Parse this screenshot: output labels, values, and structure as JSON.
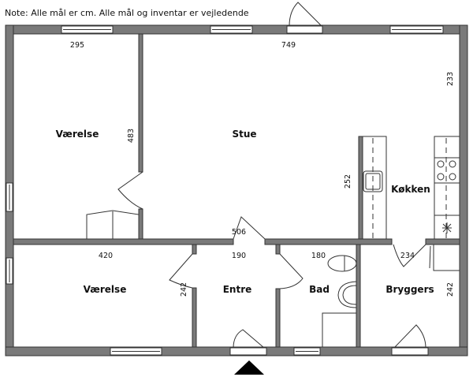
{
  "note": "Note: Alle mål er cm. Alle mål og inventar er vejledende",
  "rooms": {
    "vaerelse_top": "Værelse",
    "stue": "Stue",
    "kokken": "Køkken",
    "vaerelse_bottom": "Værelse",
    "entre": "Entre",
    "bad": "Bad",
    "bryggers": "Bryggers"
  },
  "dimensions": {
    "vaerelse_top_width": "295",
    "vaerelse_top_depth": "483",
    "stue_width": "749",
    "stue_depth": "233",
    "kokken_depth": "252",
    "stue_inner": "506",
    "vaerelse_bottom_width": "420",
    "vaerelse_bottom_depth": "242",
    "entre_width": "190",
    "bad_width": "180",
    "bryggers_width": "234",
    "bryggers_depth": "242"
  },
  "colors": {
    "wall": "#7a7a7a",
    "line": "#333333"
  }
}
